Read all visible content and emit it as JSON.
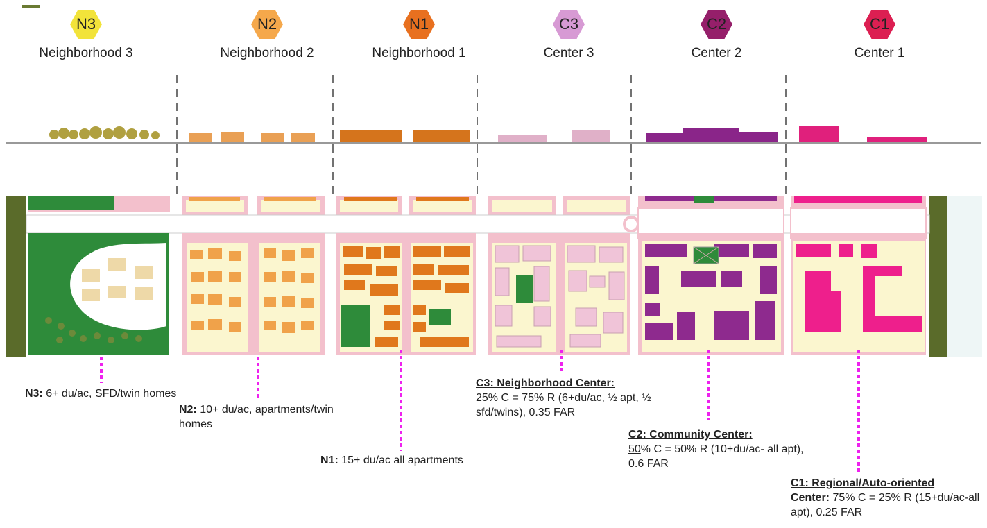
{
  "zones": [
    {
      "code": "N3",
      "name": "Neighborhood 3",
      "color": "#f2e33a"
    },
    {
      "code": "N2",
      "name": "Neighborhood 2",
      "color": "#f5a84b"
    },
    {
      "code": "N1",
      "name": "Neighborhood 1",
      "color": "#e8701f"
    },
    {
      "code": "C3",
      "name": "Center 3",
      "color": "#d79ad4"
    },
    {
      "code": "C2",
      "name": "Center 2",
      "color": "#951f6a"
    },
    {
      "code": "C1",
      "name": "Center 1",
      "color": "#dc1f52"
    }
  ],
  "notes": {
    "n3": {
      "code": "N3:",
      "text": " 6+ du/ac, SFD/twin homes"
    },
    "n2": {
      "code": "N2:",
      "text": " 10+ du/ac, apartments/twin homes"
    },
    "n1": {
      "code": "N1:",
      "text": " 15+ du/ac all apartments"
    },
    "c3": {
      "title": "C3: Neighborhood Center:",
      "pct": "25",
      "text": "% C = 75% R (6+du/ac, ½ apt, ½ sfd/twins), 0.35 FAR"
    },
    "c2": {
      "title": "C2: Community Center:",
      "pct": "50",
      "text": "% C = 50% R (10+du/ac- all apt), 0.6 FAR"
    },
    "c1": {
      "title": "C1: Regional/Auto-oriented",
      "title2": "Center:",
      "text": " 75% C = 25% R (15+du/ac-all apt), 0.25 FAR"
    }
  },
  "colors": {
    "green": "#2e8b3a",
    "olive": "#5a6b2a",
    "cream": "#fbf6cf",
    "pink": "#f3c0cc",
    "n2_building": "#f0a24a",
    "n1_building": "#e0781c",
    "c3_building": "#f0c4d8",
    "c2_building": "#8e2a8e",
    "c1_building": "#ee1f8c",
    "marker": "#ee22ee"
  }
}
